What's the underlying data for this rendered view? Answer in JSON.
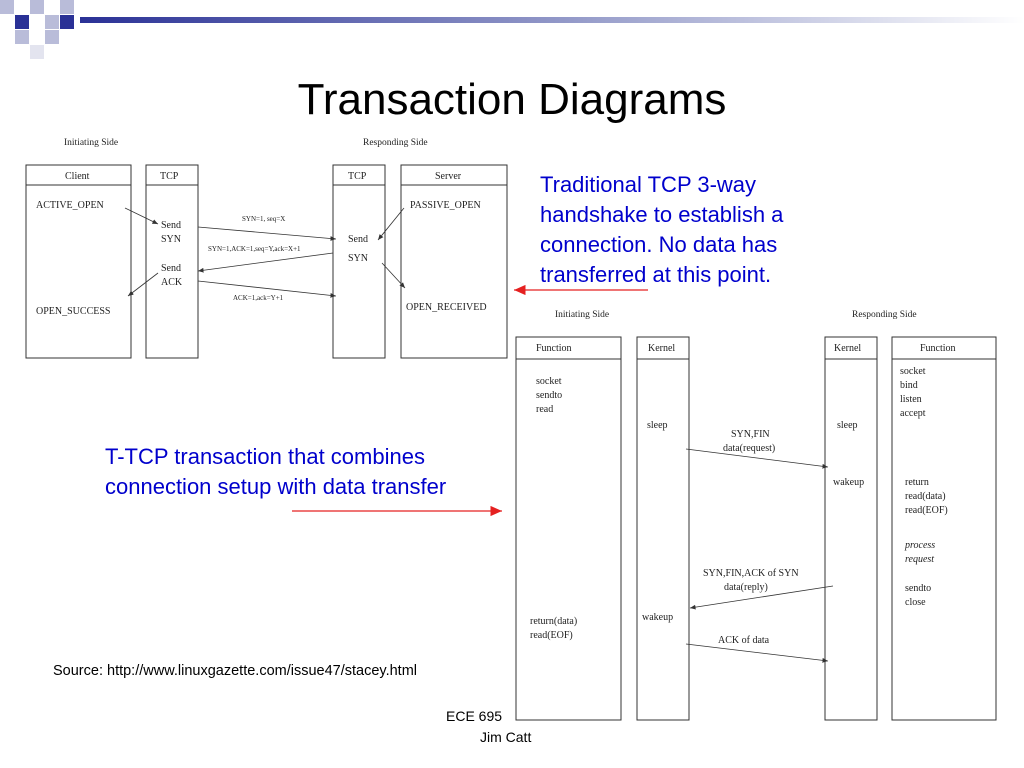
{
  "title": "Transaction Diagrams",
  "desc_top": "Traditional TCP 3-way handshake to establish a connection. No data has transferred at this point.",
  "desc_bottom": "T-TCP transaction that combines connection setup with data transfer",
  "source": "Source: http://www.linuxgazette.com/issue47/stacey.html",
  "footer": {
    "line1": "ECE 695",
    "line2": "Jim Catt"
  },
  "colors": {
    "deco_dark": "#2a3196",
    "deco_light": "#b9bcd9",
    "text_blue": "#0000cc",
    "arrow_red": "#e52020"
  },
  "diagram_top": {
    "initiating_side": "Initiating Side",
    "responding_side": "Responding Side",
    "col_client": "Client",
    "col_tcp_left": "TCP",
    "col_tcp_right": "TCP",
    "col_server": "Server",
    "active_open": "ACTIVE_OPEN",
    "open_success": "OPEN_SUCCESS",
    "send_syn_1": "Send",
    "send_syn_2": "SYN",
    "send_ack_1": "Send",
    "send_ack_2": "ACK",
    "r_send_1": "Send",
    "r_send_2": "SYN",
    "passive_open": "PASSIVE_OPEN",
    "open_received": "OPEN_RECEIVED",
    "msg1": "SYN=1, seq=X",
    "msg2": "SYN=1,ACK=1,seq=Y,ack=X+1",
    "msg3": "ACK=1,ack=Y+1"
  },
  "diagram_bottom": {
    "initiating_side": "Initiating Side",
    "responding_side": "Responding Side",
    "col_function_left": "Function",
    "col_kernel_left": "Kernel",
    "col_kernel_right": "Kernel",
    "col_function_right": "Function",
    "left_calls": [
      "socket",
      "sendto",
      "read"
    ],
    "left_return": [
      "return(data)",
      "read(EOF)"
    ],
    "k_sleep_left": "sleep",
    "k_wakeup_left": "wakeup",
    "k_sleep_right": "sleep",
    "k_wakeup_right": "wakeup",
    "right_calls": [
      "socket",
      "bind",
      "listen",
      "accept"
    ],
    "right_return": [
      "return",
      "read(data)",
      "read(EOF)"
    ],
    "process_request": [
      "process",
      "request"
    ],
    "right_send": [
      "sendto",
      "close"
    ],
    "msg1": [
      "SYN,FIN",
      "data(request)"
    ],
    "msg2": [
      "SYN,FIN,ACK of SYN",
      "data(reply)"
    ],
    "msg3": "ACK of data"
  }
}
